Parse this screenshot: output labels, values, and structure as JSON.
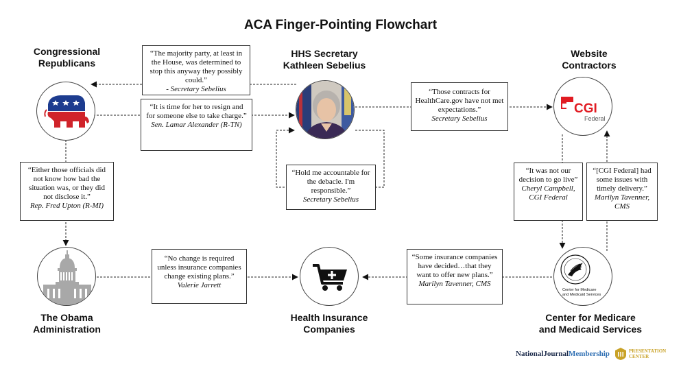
{
  "title": "ACA Finger-Pointing Flowchart",
  "nodes": {
    "republicans": {
      "line1": "Congressional",
      "line2": "Republicans",
      "icon": "gop-elephant-icon"
    },
    "hhs": {
      "line1": "HHS Secretary",
      "line2": "Kathleen Sebelius",
      "icon": "sebelius-portrait"
    },
    "contractors": {
      "line1": "Website",
      "line2": "Contractors",
      "icon": "cgi-federal-logo",
      "logo_text": "CGI",
      "logo_sub": "Federal"
    },
    "obama": {
      "line1": "The Obama",
      "line2": "Administration",
      "icon": "capitol-dome-icon"
    },
    "insurers": {
      "line1": "Health Insurance",
      "line2": "Companies",
      "icon": "shopping-cart-plus-icon"
    },
    "cms": {
      "line1": "Center for Medicare",
      "line2": "and Medicaid Services",
      "icon": "hhs-eagle-seal-icon",
      "logo_line1": "Center for Medicare",
      "logo_line2": "and Medicaid Services"
    }
  },
  "quotes": {
    "q1": {
      "text": "“The majority party, at least in the House, was determined to stop this anyway they possibly could.”",
      "attr": "- Secretary Sebelius"
    },
    "q2": {
      "text": "“It is time for her to resign and for someone else to take charge.”",
      "attr": "Sen. Lamar Alexander (R-TN)"
    },
    "q3": {
      "text": "“Those contracts for HealthCare.gov have not met expectations.”",
      "attr": "Secretary Sebelius"
    },
    "q4": {
      "text": "“Hold me accountable for the debacle. I'm responsible.”",
      "attr": "Secretary Sebelius"
    },
    "q5": {
      "text": "“Either those officials did not know how bad the situation was, or they did not disclose it.”",
      "attr": "Rep. Fred Upton (R-MI)"
    },
    "q6": {
      "text": "“It was not our decision to go live”",
      "attr": "Cheryl Campbell, CGI Federal"
    },
    "q7": {
      "text": "“[CGI Federal] had some issues with timely delivery.”",
      "attr": "Marilyn Tavenner, CMS"
    },
    "q8": {
      "text": "“No change is required unless insurance companies change existing plans.”",
      "attr": "Valerie Jarrett"
    },
    "q9": {
      "text": "“Some insurance companies have decided…that they want to offer new plans.”",
      "attr": "Marilyn Tavenner, CMS"
    }
  },
  "footer": {
    "brand": "NationalJournal",
    "brand_suffix": "Membership",
    "pc_line1": "PRESENTATION",
    "pc_line2": "CENTER"
  },
  "colors": {
    "gop_red": "#d0232a",
    "gop_blue": "#1d3c8f",
    "cgi_red": "#e11b22",
    "capitol_gray": "#a8a8a8",
    "brand_navy": "#1b2a4a",
    "brand_blue": "#2f6fb3",
    "pc_gold": "#c9a227"
  }
}
